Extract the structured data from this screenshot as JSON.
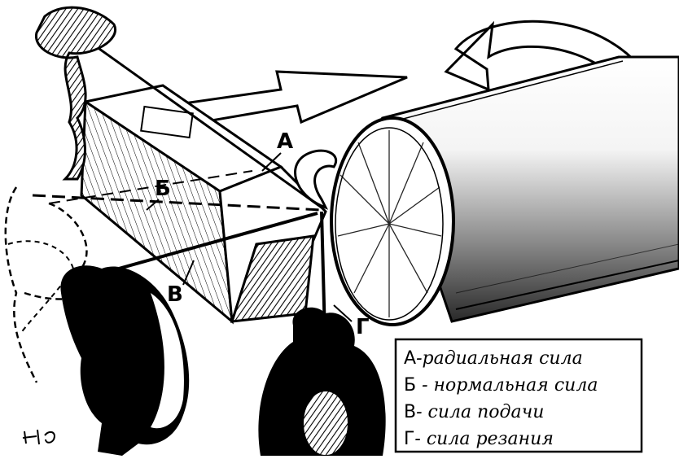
{
  "labels": {
    "a": "А",
    "b": "Б",
    "v": "В",
    "g": "Г"
  },
  "legend": [
    {
      "key": "А",
      "text": "-радиальная сила"
    },
    {
      "key": "Б",
      "text": " - нормальная сила"
    },
    {
      "key": "В",
      "text": "- сила подачи"
    },
    {
      "key": "Г",
      "text": "- сила резания"
    }
  ],
  "colors": {
    "ink": "#000000",
    "paper": "#ffffff"
  }
}
